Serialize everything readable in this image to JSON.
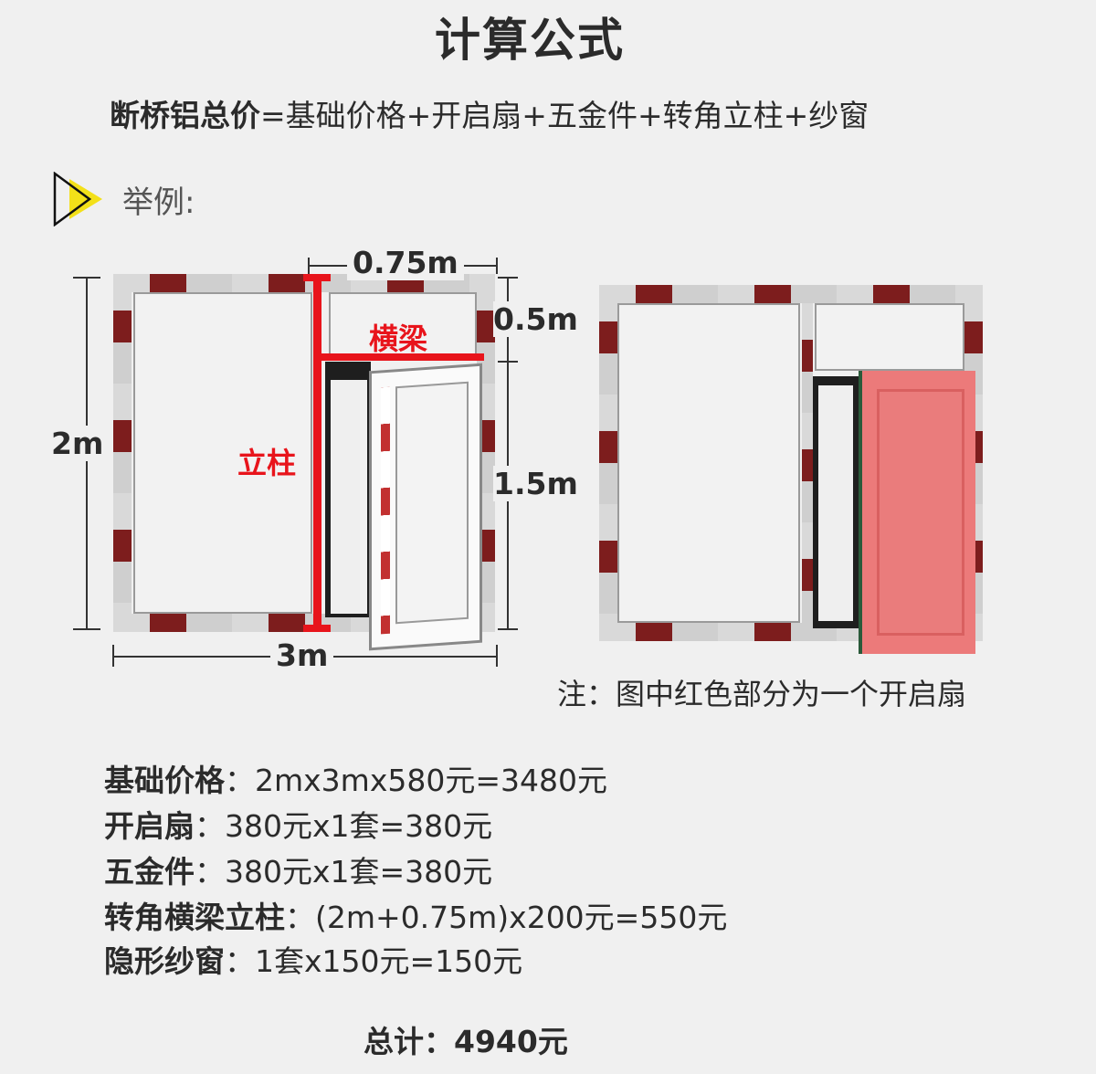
{
  "title": "计算公式",
  "formula": {
    "lhs": "断桥铝总价",
    "rhs": "=基础价格+开启扇+五金件+转角立柱+纱窗"
  },
  "example": {
    "icon": "play-arrow-icon",
    "label": "举例:"
  },
  "diagram_left": {
    "dimensions": {
      "top_width": "0.75m",
      "top_height": "0.5m",
      "total_height": "2m",
      "sash_height": "1.5m",
      "total_width": "3m"
    },
    "labels": {
      "transom": "横梁",
      "mullion": "立柱"
    },
    "highlight_color": "#e8141b"
  },
  "diagram_right": {
    "note": "注：图中红色部分为一个开启扇",
    "sash_color": "#ec7a7a"
  },
  "calculations": [
    {
      "key": "基础价格",
      "sep": "：",
      "expr": "2mx3mx580元=3480元"
    },
    {
      "key": "开启扇",
      "sep": "：",
      "expr": "380元x1套=380元"
    },
    {
      "key": "五金件",
      "sep": "：",
      "expr": "380元x1套=380元"
    },
    {
      "key": "转角横梁立柱",
      "sep": "：",
      "expr": "(2m+0.75m)x200元=550元"
    },
    {
      "key": "隐形纱窗",
      "sep": "：",
      "expr": "1套x150元=150元"
    }
  ],
  "total": {
    "label": "总计：",
    "value": "4940元"
  }
}
